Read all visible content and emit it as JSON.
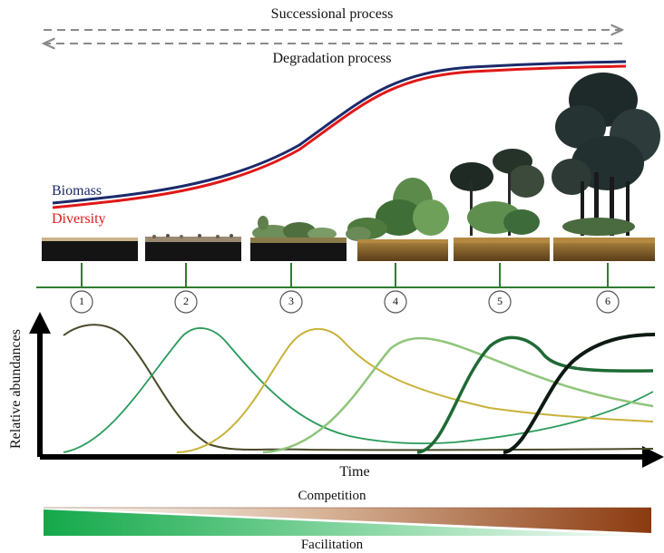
{
  "process": {
    "successional": "Successional process",
    "degradation": "Degradation process"
  },
  "legend": {
    "biomass": "Biomass",
    "diversity": "Diversity"
  },
  "stages": [
    "1",
    "2",
    "3",
    "4",
    "5",
    "6"
  ],
  "axes": {
    "y_label": "Relative abundances",
    "x_label": "Time"
  },
  "gradient": {
    "top": "Competition",
    "bottom": "Facilitation"
  },
  "colors": {
    "biomass": "#1b2a6b",
    "diversity": "#e01818",
    "arrow_dashed": "#8a8a8a",
    "stage_line": "#2e7d32",
    "competition": "#8b3a0f",
    "facilitation": "#14a84a",
    "species": [
      "#4a4a2a",
      "#2a9a5a",
      "#c8b23a",
      "#8fc57a",
      "#1e6a35",
      "#0e1a12"
    ]
  },
  "icons": [
    "bare-soil-block",
    "gravel-block",
    "herb-block",
    "shrub-block",
    "young-forest-block",
    "mature-forest-block"
  ]
}
